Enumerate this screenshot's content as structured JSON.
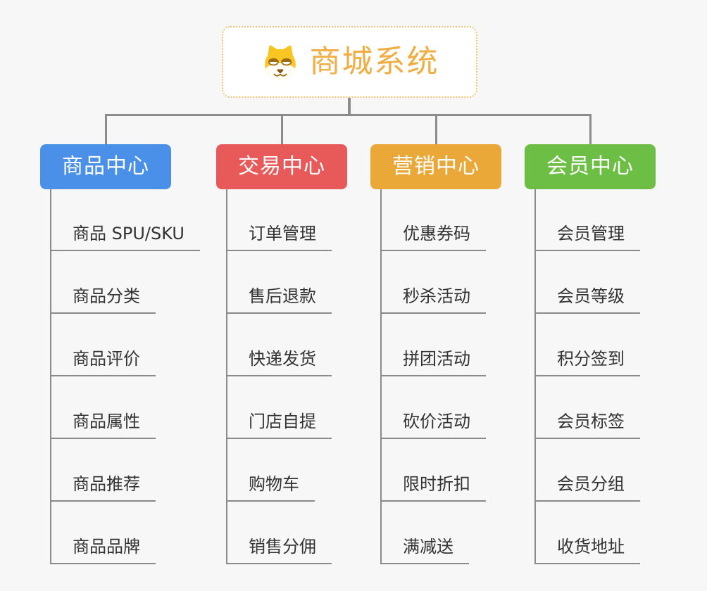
{
  "page": {
    "background": "#f7f7f7",
    "connector_color": "#8c8c8c",
    "underline_color": "#8a8a8a",
    "leaf_text_color": "#333333"
  },
  "root": {
    "label": "商城系统",
    "icon": "shiba-dog-icon",
    "text_color": "#f0ad43",
    "border_color": "#f5c26b",
    "background": "#ffffff"
  },
  "branches": [
    {
      "label": "商品中心",
      "color": "#4a8fe8",
      "items": [
        "商品 SPU/SKU",
        "商品分类",
        "商品评价",
        "商品属性",
        "商品推荐",
        "商品品牌"
      ]
    },
    {
      "label": "交易中心",
      "color": "#e85a5a",
      "items": [
        "订单管理",
        "售后退款",
        "快递发货",
        "门店自提",
        "购物车",
        "销售分佣"
      ]
    },
    {
      "label": "营销中心",
      "color": "#eaa838",
      "items": [
        "优惠券码",
        "秒杀活动",
        "拼团活动",
        "砍价活动",
        "限时折扣",
        "满减送"
      ]
    },
    {
      "label": "会员中心",
      "color": "#6cbf44",
      "items": [
        "会员管理",
        "会员等级",
        "积分签到",
        "会员标签",
        "会员分组",
        "收货地址"
      ]
    }
  ]
}
